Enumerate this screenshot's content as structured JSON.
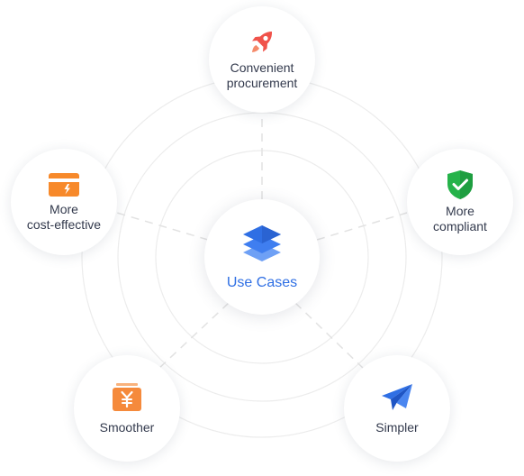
{
  "center": {
    "label": "Use Cases",
    "icon": "layers-icon",
    "color": "#2f6fe4"
  },
  "nodes": {
    "top": {
      "lines": [
        "Convenient",
        "procurement"
      ],
      "icon": "rocket-icon",
      "color": "#f0524a"
    },
    "left": {
      "lines": [
        "More",
        "cost-effective"
      ],
      "icon": "payment-card-icon",
      "color": "#f7892a"
    },
    "right": {
      "lines": [
        "More",
        "compliant"
      ],
      "icon": "shield-check-icon",
      "color": "#26b34a"
    },
    "bottom_left": {
      "lines": [
        "Smoother"
      ],
      "icon": "yuan-wallet-icon",
      "color": "#f58a3c"
    },
    "bottom_right": {
      "lines": [
        "Simpler"
      ],
      "icon": "paper-plane-icon",
      "color": "#2f6fe4"
    }
  },
  "colors": {
    "ring": "#ececec",
    "connector": "#e2e2e2",
    "text": "#333a4d"
  }
}
